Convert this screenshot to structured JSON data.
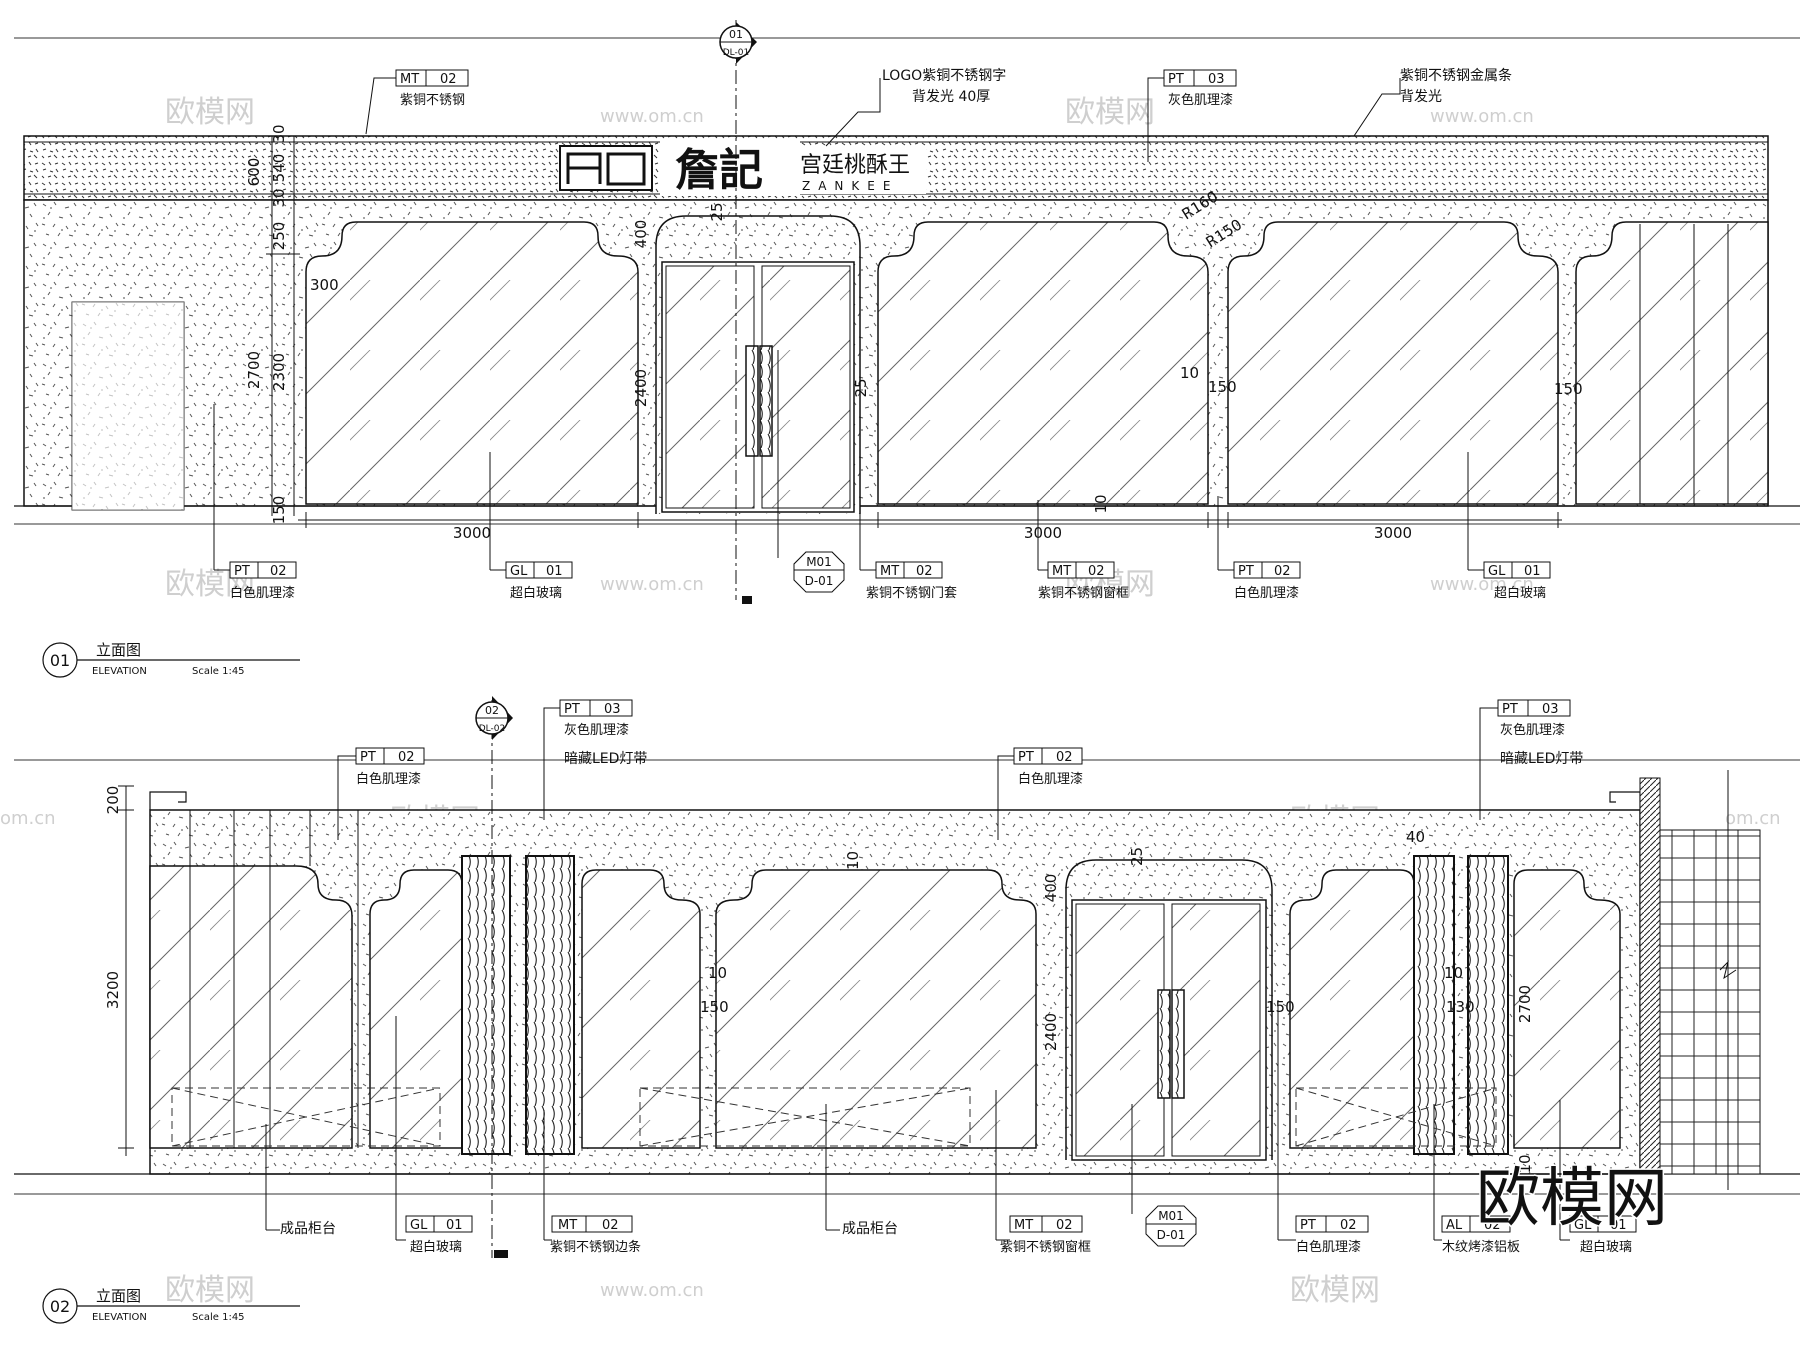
{
  "watermarks": {
    "brand_cn": "欧模网",
    "site": "www.om.cn",
    "site_short": "om.cn"
  },
  "elevation1": {
    "title": "立面图",
    "subtitle": "ELEVATION",
    "scale": "Scale 1:45",
    "number": "01",
    "section_marker": {
      "top": "01",
      "bottom": "DL-01"
    },
    "signage": {
      "logo_text": "詹記",
      "slogan": "宫廷桃酥王",
      "en": "ZANKEE"
    },
    "top_notes": {
      "logo": [
        "LOGO紫铜不锈钢字",
        "背发光 40厚"
      ],
      "metal_strip": [
        "紫铜不锈钢金属条",
        "背发光"
      ]
    },
    "tags_top": [
      {
        "code": "MT",
        "num": "02",
        "desc": "紫铜不锈钢"
      },
      {
        "code": "PT",
        "num": "03",
        "desc": "灰色肌理漆"
      }
    ],
    "tags_bottom": [
      {
        "code": "PT",
        "num": "02",
        "desc": "白色肌理漆"
      },
      {
        "code": "GL",
        "num": "01",
        "desc": "超白玻璃"
      },
      {
        "code": "MT",
        "num": "02",
        "desc": "紫铜不锈钢门套"
      },
      {
        "code": "MT",
        "num": "02",
        "desc": "紫铜不锈钢窗框"
      },
      {
        "code": "PT",
        "num": "02",
        "desc": "白色肌理漆"
      },
      {
        "code": "GL",
        "num": "01",
        "desc": "超白玻璃"
      }
    ],
    "door_tag": {
      "top": "M01",
      "bottom": "D-01"
    },
    "dims_left": [
      "600",
      "30",
      "540",
      "30",
      "250",
      "2700",
      "2300",
      "150"
    ],
    "dims_bottom": [
      "3000",
      "3000",
      "3000"
    ],
    "dims_misc": [
      "300",
      "400",
      "25",
      "2400",
      "25",
      "R160",
      "R150",
      "10",
      "150",
      "150",
      "10"
    ]
  },
  "elevation2": {
    "title": "立面图",
    "subtitle": "ELEVATION",
    "scale": "Scale 1:45",
    "number": "02",
    "section_marker": {
      "top": "02",
      "bottom": "DL-02"
    },
    "tags_top": [
      {
        "code": "PT",
        "num": "02",
        "desc": "白色肌理漆"
      },
      {
        "code": "PT",
        "num": "03",
        "desc": "灰色肌理漆",
        "note": "暗藏LED灯带"
      },
      {
        "code": "PT",
        "num": "02",
        "desc": "白色肌理漆"
      },
      {
        "code": "PT",
        "num": "03",
        "desc": "灰色肌理漆",
        "note": "暗藏LED灯带"
      }
    ],
    "counter_label": "成品柜台",
    "tags_bottom": [
      {
        "code": "GL",
        "num": "01",
        "desc": "超白玻璃"
      },
      {
        "code": "MT",
        "num": "02",
        "desc": "紫铜不锈钢边条"
      },
      {
        "code": "MT",
        "num": "02",
        "desc": "紫铜不锈钢窗框"
      },
      {
        "code": "PT",
        "num": "02",
        "desc": "白色肌理漆"
      },
      {
        "code": "AL",
        "num": "02",
        "desc": "木纹烤漆铝板"
      },
      {
        "code": "GL",
        "num": "01",
        "desc": "超白玻璃"
      }
    ],
    "door_tag": {
      "top": "M01",
      "bottom": "D-01"
    },
    "dims_left": [
      "200",
      "3200"
    ],
    "dims_misc": [
      "10",
      "400",
      "25",
      "10",
      "150",
      "2400",
      "150",
      "40",
      "10",
      "130",
      "2700",
      "10"
    ]
  }
}
